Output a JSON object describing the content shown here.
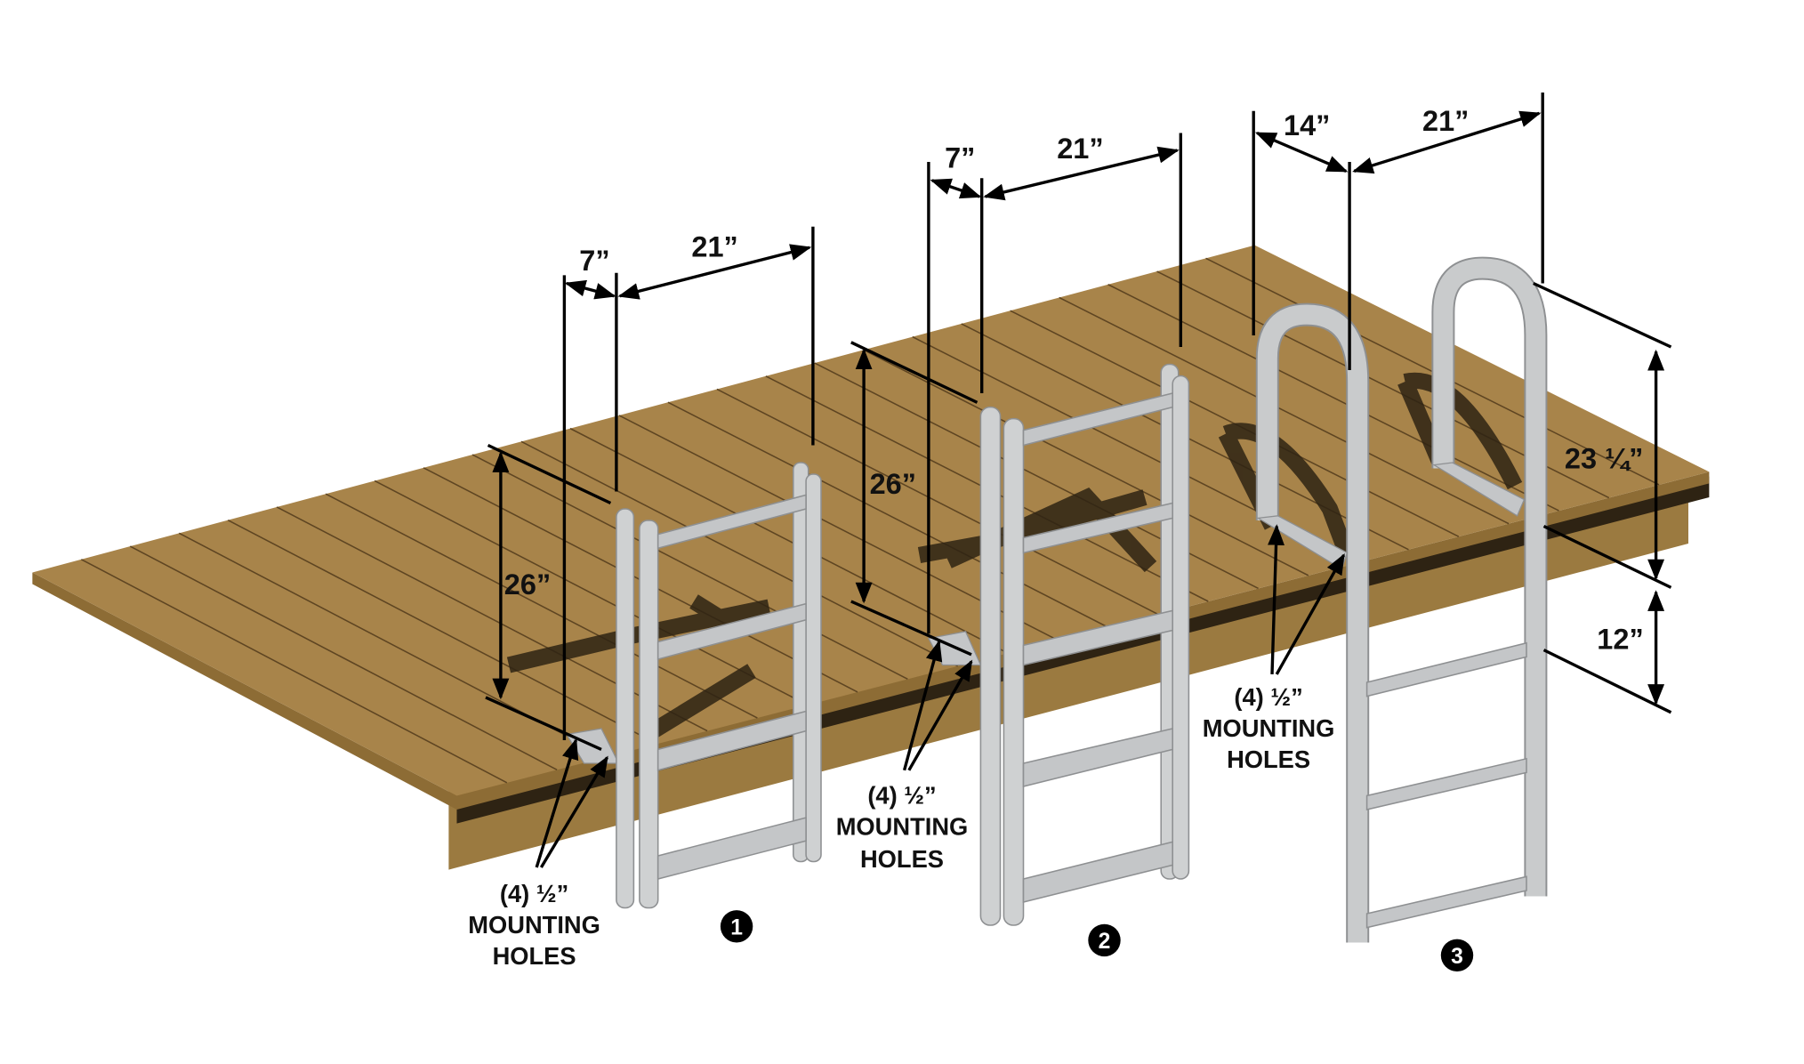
{
  "colors": {
    "deck_top": "#a8844a",
    "deck_side": "#9b7a40",
    "deck_shadow": "#2e2313",
    "aluminum": "#cfd1d2"
  },
  "ladders": [
    {
      "number": "1",
      "dims": {
        "offset": "7”",
        "width": "21”",
        "height": "26”"
      },
      "note": [
        "(4) ½”",
        "MOUNTING",
        "HOLES"
      ]
    },
    {
      "number": "2",
      "dims": {
        "offset": "7”",
        "width": "21”",
        "height": "26”"
      },
      "note": [
        "(4) ½”",
        "MOUNTING",
        "HOLES"
      ]
    },
    {
      "number": "3",
      "dims": {
        "offset": "14”",
        "width": "21”",
        "height": "23 ¼”",
        "drop": "12”"
      },
      "note": [
        "(4) ½”",
        "MOUNTING",
        "HOLES"
      ]
    }
  ]
}
